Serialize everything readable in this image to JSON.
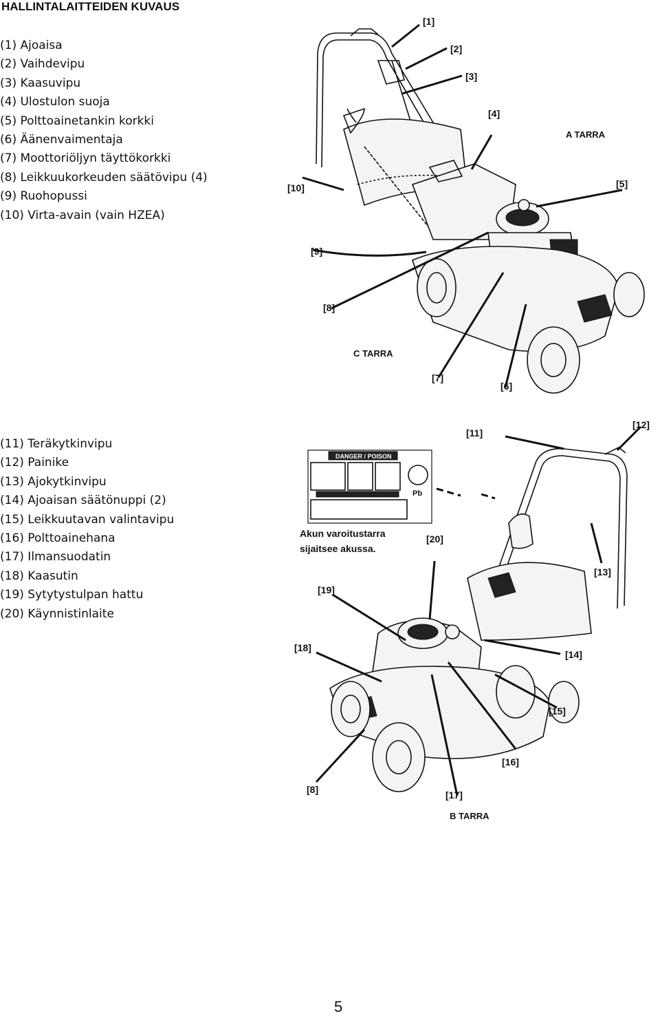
{
  "title": "HALLINTALAITTEIDEN KUVAUS",
  "list_1": [
    "(1) Ajoaisa",
    "(2) Vaihdevipu",
    "(3) Kaasuvipu",
    "(4) Ulostulon suoja",
    "(5) Polttoainetankin korkki",
    "(6) Äänenvaimentaja",
    "(7) Moottoriöljyn täyttökorkki",
    "(8) Leikkuukorkeuden säätövipu (4)",
    "(9) Ruohopussi",
    "(10) Virta-avain (vain HZEA)"
  ],
  "list_2": [
    "(11) Teräkytkinvipu",
    "(12) Painike",
    "(13) Ajokytkinvipu",
    "(14) Ajoaisan säätönuppi (2)",
    "(15) Leikkuutavan valintavipu",
    "(16) Polttoainehana",
    "(17) Ilmansuodatin",
    "(18) Kaasutin",
    "(19) Sytytystulpan hattu",
    "(20) Käynnistinlaite"
  ],
  "top_diagram": {
    "callouts": [
      "[1]",
      "[2]",
      "[3]",
      "[4]",
      "[5]",
      "[10]",
      "[9]",
      "[8]",
      "[7]",
      "[6]"
    ],
    "tarra_a": "A TARRA",
    "tarra_c": "C TARRA"
  },
  "bottom_diagram": {
    "callouts": [
      "[11]",
      "[12]",
      "[20]",
      "[13]",
      "[19]",
      "[18]",
      "[14]",
      "[15]",
      "[16]",
      "[8]",
      "[17]"
    ],
    "tarra_b": "B TARRA",
    "battery_note_line1": "Akun varoitustarra",
    "battery_note_line2": "sijaitsee akussa.",
    "sticker": {
      "header": "DANGER / POISON",
      "pb": "Pb"
    }
  },
  "page_number": "5"
}
